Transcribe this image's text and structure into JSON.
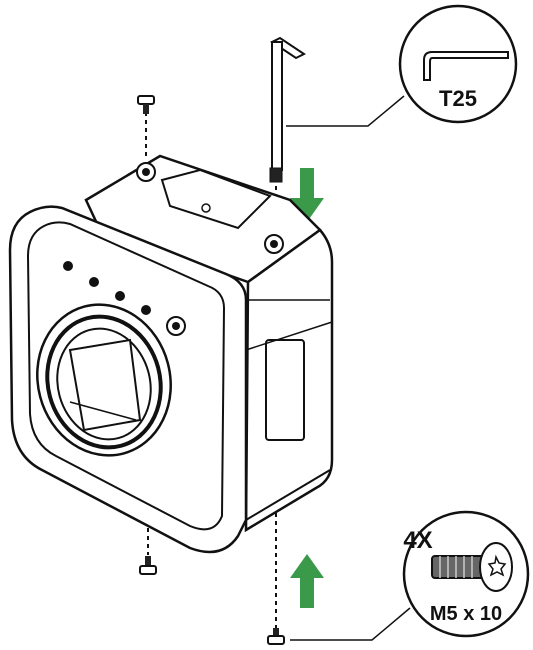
{
  "callouts": {
    "tool": {
      "label": "T25",
      "icon": "torx-key-icon"
    },
    "screw": {
      "quantity": "4X",
      "label": "M5 x 10",
      "icon": "torx-screw-icon"
    }
  },
  "colors": {
    "arrow": "#3a9a4a",
    "line": "#111111",
    "background": "#ffffff"
  }
}
